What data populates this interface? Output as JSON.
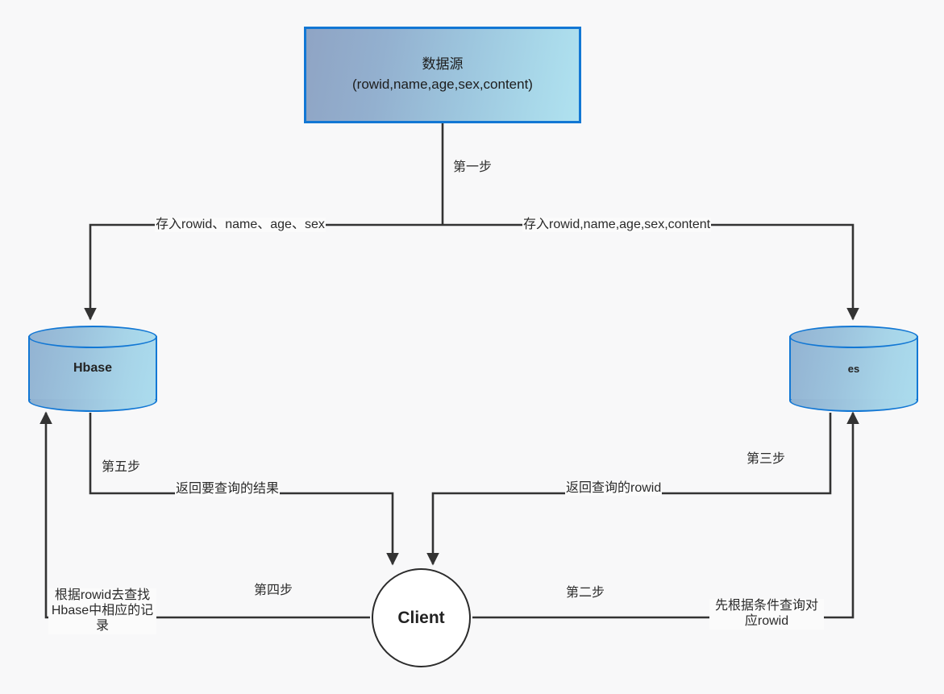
{
  "diagram": {
    "background_color": "#f8f8f9",
    "node_border_color": "#1277d4",
    "edge_color": "#333333",
    "nodes": {
      "datasource": {
        "line1": "数据源",
        "line2": "(rowid,name,age,sex,content)"
      },
      "hbase": {
        "label": "Hbase"
      },
      "es": {
        "label": "es"
      },
      "client": {
        "label": "Client"
      }
    },
    "edges": {
      "store_hbase": "存入rowid、name、age、sex",
      "store_es": "存入rowid,name,age,sex,content",
      "return_result": "返回要查询的结果",
      "return_rowid": "返回查询的rowid",
      "find_hbase": "根据rowid去查找Hbase中相应的记录",
      "query_rowid": "先根据条件查询对应rowid"
    },
    "steps": {
      "step1": "第一步",
      "step2": "第二步",
      "step3": "第三步",
      "step4": "第四步",
      "step5": "第五步"
    }
  }
}
